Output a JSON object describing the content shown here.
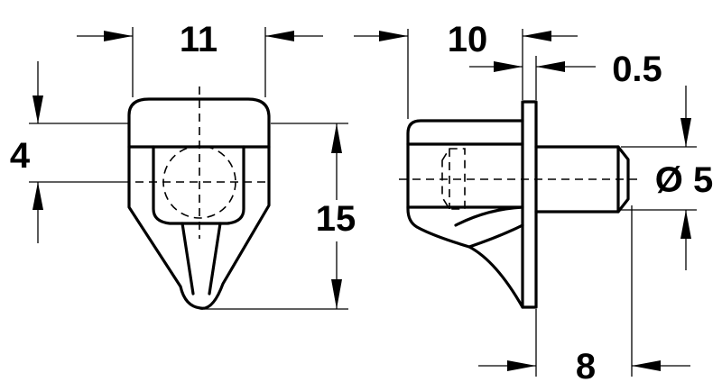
{
  "dimensions": {
    "front_width": "11",
    "front_slot": "4",
    "front_height": "15",
    "side_body": "10",
    "side_flange": "0.5",
    "side_diameter": "Ø 5",
    "side_pin_length": "8"
  }
}
